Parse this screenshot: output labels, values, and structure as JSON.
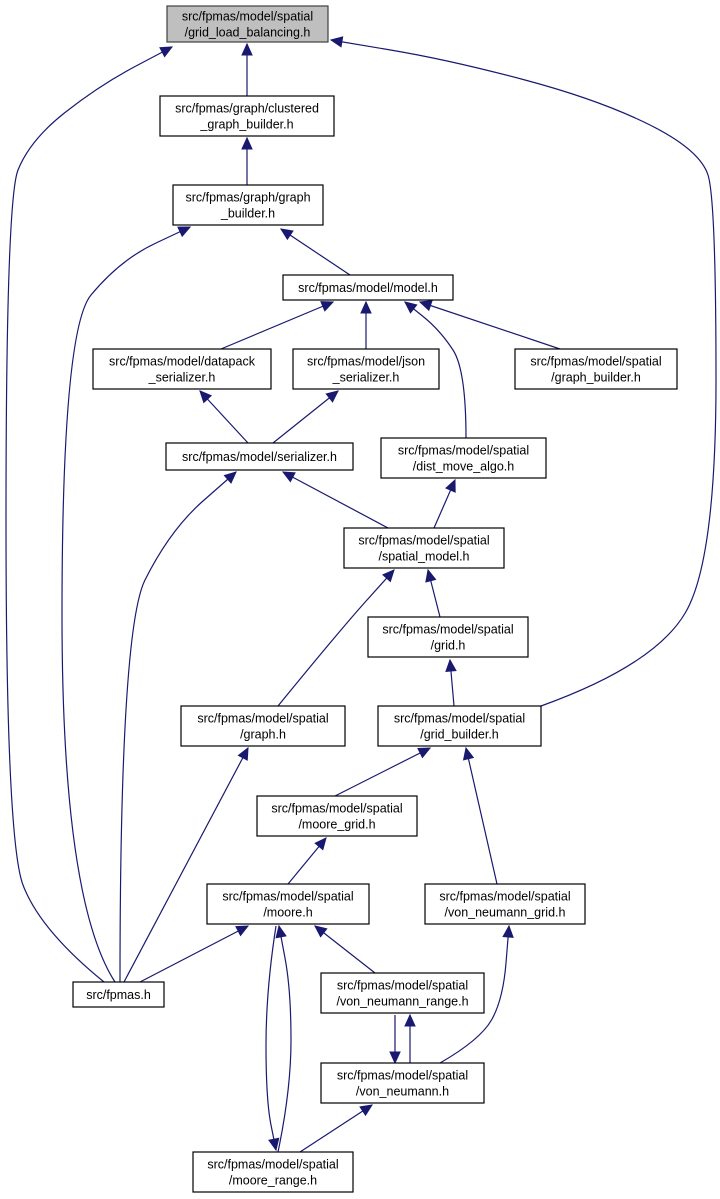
{
  "colors": {
    "edge": "#191970",
    "root_fill": "#bfbfbf",
    "node_fill": "#ffffff",
    "node_border": "#000000"
  },
  "nodes": {
    "gridlb": [
      "src/fpmas/model/spatial",
      "/grid_load_balancing.h"
    ],
    "clustered": [
      "src/fpmas/graph/clustered",
      "_graph_builder.h"
    ],
    "graphbuilder": [
      "src/fpmas/graph/graph",
      "_builder.h"
    ],
    "model": [
      "src/fpmas/model/model.h"
    ],
    "datapack": [
      "src/fpmas/model/datapack",
      "_serializer.h"
    ],
    "json": [
      "src/fpmas/model/json",
      "_serializer.h"
    ],
    "spgraphb": [
      "src/fpmas/model/spatial",
      "/graph_builder.h"
    ],
    "serializer": [
      "src/fpmas/model/serializer.h"
    ],
    "distmove": [
      "src/fpmas/model/spatial",
      "/dist_move_algo.h"
    ],
    "spatialmodel": [
      "src/fpmas/model/spatial",
      "/spatial_model.h"
    ],
    "grid": [
      "src/fpmas/model/spatial",
      "/grid.h"
    ],
    "graph": [
      "src/fpmas/model/spatial",
      "/graph.h"
    ],
    "gridbuilder": [
      "src/fpmas/model/spatial",
      "/grid_builder.h"
    ],
    "mooregrid": [
      "src/fpmas/model/spatial",
      "/moore_grid.h"
    ],
    "moore": [
      "src/fpmas/model/spatial",
      "/moore.h"
    ],
    "vngrid": [
      "src/fpmas/model/spatial",
      "/von_neumann_grid.h"
    ],
    "fpmas": [
      "src/fpmas.h"
    ],
    "vnrange": [
      "src/fpmas/model/spatial",
      "/von_neumann_range.h"
    ],
    "vn": [
      "src/fpmas/model/spatial",
      "/von_neumann.h"
    ],
    "moorerange": [
      "src/fpmas/model/spatial",
      "/moore_range.h"
    ]
  },
  "edges": [
    [
      "clustered",
      "gridlb"
    ],
    [
      "spgraphb",
      "gridlb"
    ],
    [
      "gridbuilder",
      "gridlb"
    ],
    [
      "fpmas",
      "gridlb"
    ],
    [
      "graphbuilder",
      "clustered"
    ],
    [
      "model",
      "graphbuilder"
    ],
    [
      "fpmas",
      "graphbuilder"
    ],
    [
      "datapack",
      "model"
    ],
    [
      "json",
      "model"
    ],
    [
      "spgraphb",
      "model"
    ],
    [
      "distmove",
      "model"
    ],
    [
      "serializer",
      "datapack"
    ],
    [
      "serializer",
      "json"
    ],
    [
      "fpmas",
      "serializer"
    ],
    [
      "spatialmodel",
      "serializer"
    ],
    [
      "spatialmodel",
      "distmove"
    ],
    [
      "grid",
      "spatialmodel"
    ],
    [
      "graph",
      "spatialmodel"
    ],
    [
      "gridbuilder",
      "grid"
    ],
    [
      "fpmas",
      "graph"
    ],
    [
      "mooregrid",
      "gridbuilder"
    ],
    [
      "vngrid",
      "gridbuilder"
    ],
    [
      "moore",
      "mooregrid"
    ],
    [
      "fpmas",
      "moore"
    ],
    [
      "vnrange",
      "moore"
    ],
    [
      "moorerange",
      "moore"
    ],
    [
      "vn",
      "vngrid"
    ],
    [
      "vn",
      "vnrange"
    ],
    [
      "vnrange",
      "vn"
    ],
    [
      "moorerange",
      "vn"
    ],
    [
      "moore",
      "moorerange"
    ]
  ]
}
